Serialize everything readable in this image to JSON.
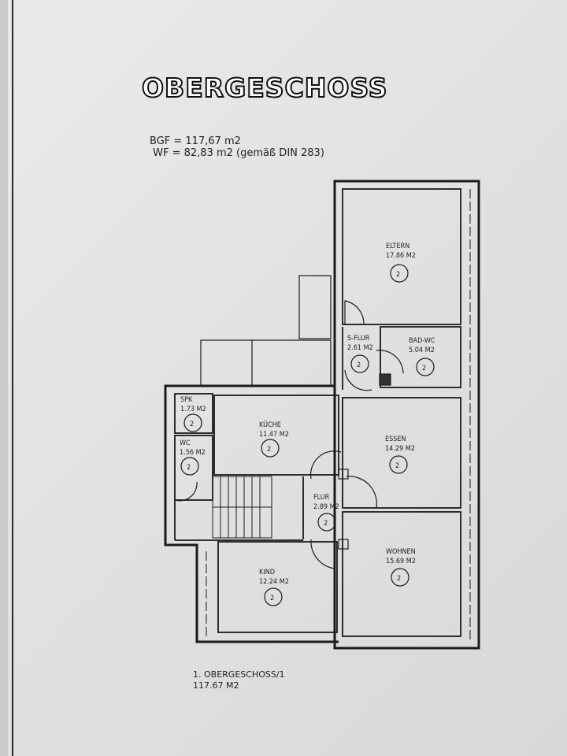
{
  "title": "OBERGESCHOSS",
  "bgf": "BGF = 117,67 m2",
  "wf": " WF = 82,83 m2 (gemäß DIN 283)",
  "rooms": [
    {
      "name": "ELTERN",
      "area": "17.86 M2",
      "marker": "2"
    },
    {
      "name": "S-FLUR",
      "area": "2.61 M2",
      "marker": "2"
    },
    {
      "name": "BAD-WC",
      "area": "5.04 M2",
      "marker": "2"
    },
    {
      "name": "SPK",
      "area": "1.73 M2",
      "marker": "2"
    },
    {
      "name": "KÜCHE",
      "area": "11.47 M2",
      "marker": "2"
    },
    {
      "name": "WC",
      "area": "1.56 M2",
      "marker": "2"
    },
    {
      "name": "ESSEN",
      "area": "14.29 M2",
      "marker": "2"
    },
    {
      "name": "FLUR",
      "area": "2.89 M2",
      "marker": "2"
    },
    {
      "name": "WOHNEN",
      "area": "15.69 M2",
      "marker": "2"
    },
    {
      "name": "KIND",
      "area": "12.24 M2",
      "marker": "2"
    }
  ],
  "footer": {
    "line1": "1. OBERGESCHOSS/1",
    "line2": "117.67 M2"
  }
}
